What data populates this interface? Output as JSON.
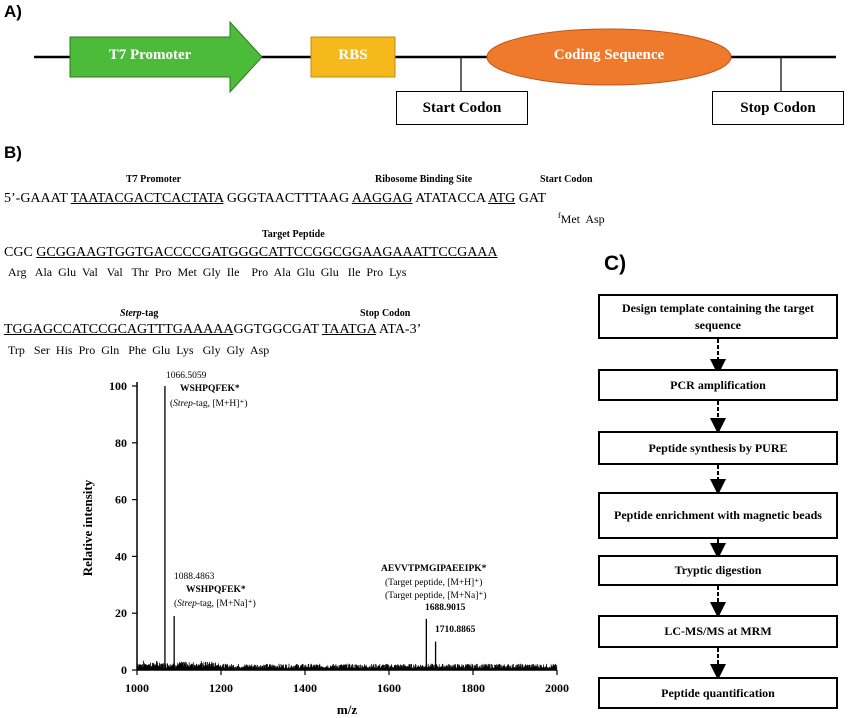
{
  "panel_a": {
    "label": "A)",
    "promoter": "T7 Promoter",
    "rbs": "RBS",
    "coding": "Coding Sequence",
    "start_codon": "Start Codon",
    "stop_codon": "Stop Codon",
    "colors": {
      "promoter": "#4cbb3a",
      "rbs": "#f6b91c",
      "coding": "#f07a2b"
    }
  },
  "panel_b": {
    "label": "B)",
    "ann_t7": "T7 Promoter",
    "ann_rbs": "Ribosome Binding Site",
    "ann_start": "Start Codon",
    "ann_target": "Target Peptide",
    "ann_strep": "Sterp",
    "ann_strep_suffix": "-tag",
    "ann_stop": "Stop Codon",
    "line1": {
      "a": "5’-GAAAT ",
      "b": "TAATACGACTCACTATA",
      "c": " GGGTAACTTTAAG ",
      "d": "AAGGAG",
      "e": " ATATACCA ",
      "f": "ATG",
      "g": " GAT"
    },
    "line1_aa_sup": "f",
    "line1_aa": "Met  Asp",
    "line2": {
      "a": "CGC ",
      "b": "GCGGAAGTGGTGACCCCGATGGGCATTCCGGCGGAAGAAATTCCGAAA"
    },
    "line2_aa": "Arg   Ala  Glu  Val   Val   Thr  Pro  Met  Gly  Ile    Pro  Ala  Glu  Glu   Ile  Pro  Lys",
    "line3": {
      "a": "TGGAGCCATCCGCAGTTTGAAAAA",
      "b": "GGTGGCGAT ",
      "c": "TAATGA",
      "d": " ATA-3’"
    },
    "line3_aa": "Trp   Ser  His  Pro  Gln   Phe  Glu  Lys   Gly  Gly  Asp"
  },
  "panel_c": {
    "label": "C)",
    "steps": [
      "Design template containing the target sequence",
      "PCR amplification",
      "Peptide synthesis by PURE",
      "Peptide enrichment with magnetic beads",
      "Tryptic digestion",
      "LC-MS/MS at MRM",
      "Peptide quantification"
    ]
  },
  "chart_data": {
    "type": "line",
    "xlabel": "m/z",
    "ylabel": "Relative intensity",
    "xlim": [
      1000,
      2000
    ],
    "ylim": [
      0,
      100
    ],
    "x_ticks": [
      1000,
      1200,
      1400,
      1600,
      1800,
      2000
    ],
    "y_ticks": [
      0,
      20,
      40,
      60,
      80,
      100
    ],
    "peaks": [
      {
        "mz": 1066.5059,
        "intensity": 100,
        "label": "1066.5059"
      },
      {
        "mz": 1088.4863,
        "intensity": 19,
        "label": "1088.4863"
      },
      {
        "mz": 1688.9015,
        "intensity": 18,
        "label": "1688.9015"
      },
      {
        "mz": 1710.8865,
        "intensity": 10,
        "label": "1710.8865"
      }
    ],
    "annotations": {
      "p1_seq": "WSHPQFEK*",
      "p1_tag": "Strep",
      "p1_desc": "-tag, [M+H]⁺)",
      "p2_seq": "WSHPQFEK*",
      "p2_tag": "Strep",
      "p2_desc": "-tag, [M+Na]⁺)",
      "p3_seq": "AEVVTPMGIPAEEIPK*",
      "p3_desc1": "(Target peptide, [M+H]⁺)",
      "p3_desc2": "(Target peptide, [M+Na]⁺)"
    }
  }
}
